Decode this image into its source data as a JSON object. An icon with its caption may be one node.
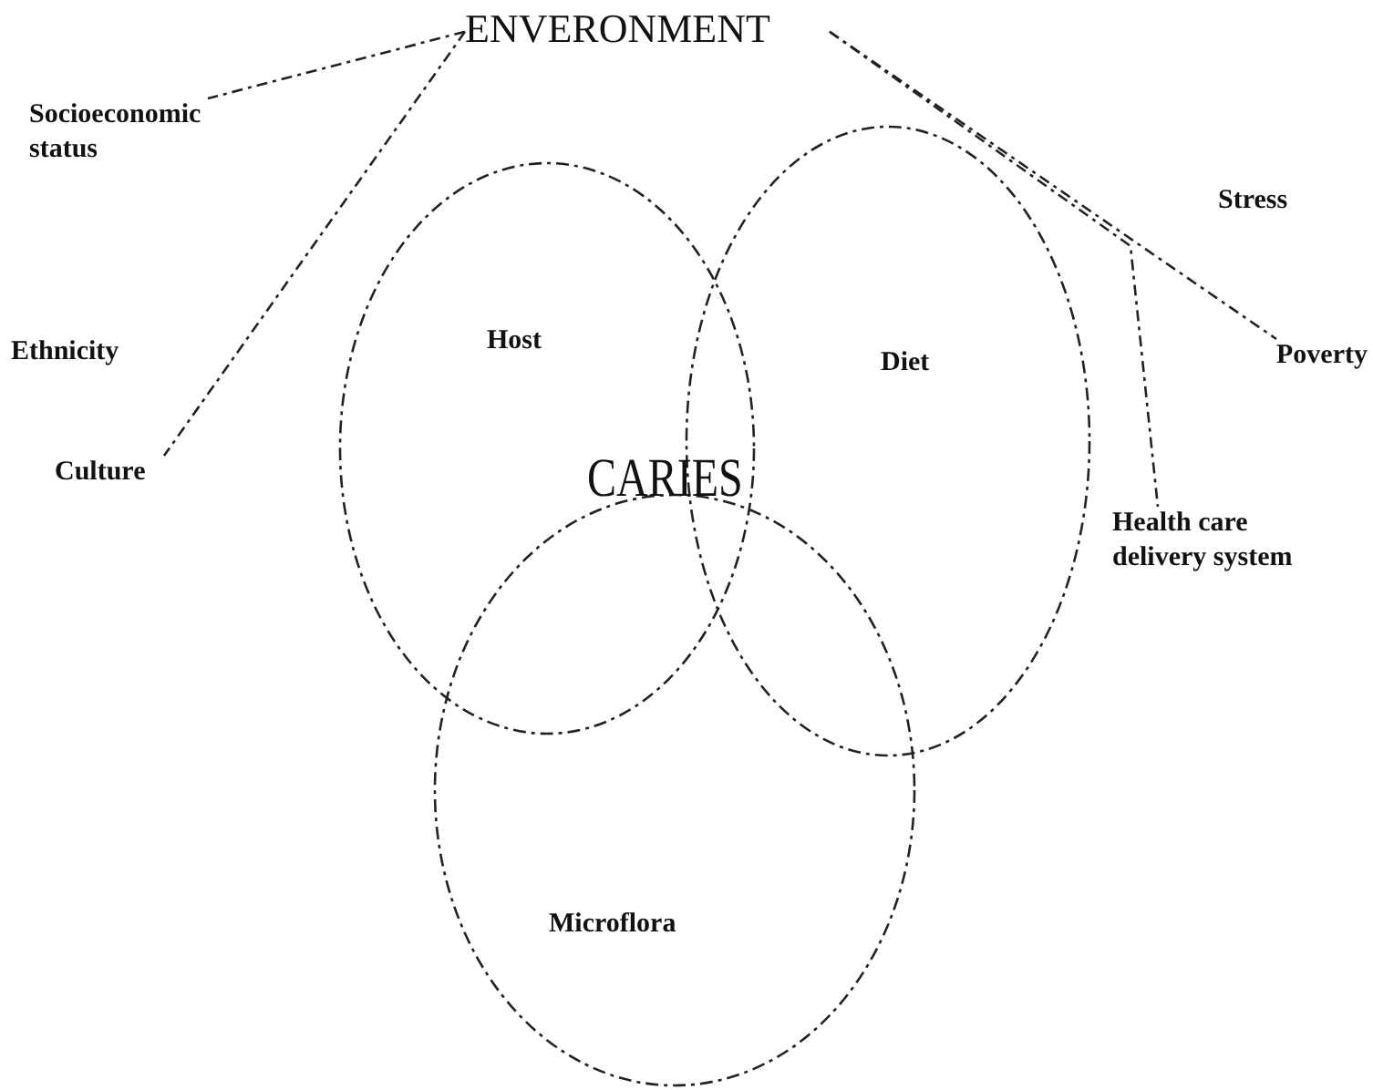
{
  "diagram": {
    "nodes": [
      {
        "text": [
          "ENVERONMENT"
        ]
      },
      {
        "text": [
          "Socioeconomic status"
        ]
      },
      {
        "text": [
          "Ethnicity"
        ]
      },
      {
        "text": [
          "Culture"
        ]
      },
      {
        "text": [
          "Stress"
        ]
      },
      {
        "text": [
          "Poverty"
        ]
      },
      {
        "text": [
          "Health care delivery system"
        ]
      },
      {
        "text": [
          "Host"
        ]
      },
      {
        "text": [
          "Diet"
        ]
      },
      {
        "text": [
          "Microflora"
        ]
      }
    ],
    "edges": [
      {
        "from": 0,
        "to": 1,
        "arrow": "none",
        "style": "dashed"
      },
      {
        "from": 0,
        "to": 3,
        "arrow": "none",
        "style": "dashed"
      },
      {
        "from": 0,
        "to": 5,
        "arrow": "none",
        "style": "dashed"
      },
      {
        "from": 0,
        "to": 6,
        "arrow": "none",
        "style": "dashed"
      }
    ],
    "labels": [
      "CARIES"
    ]
  }
}
